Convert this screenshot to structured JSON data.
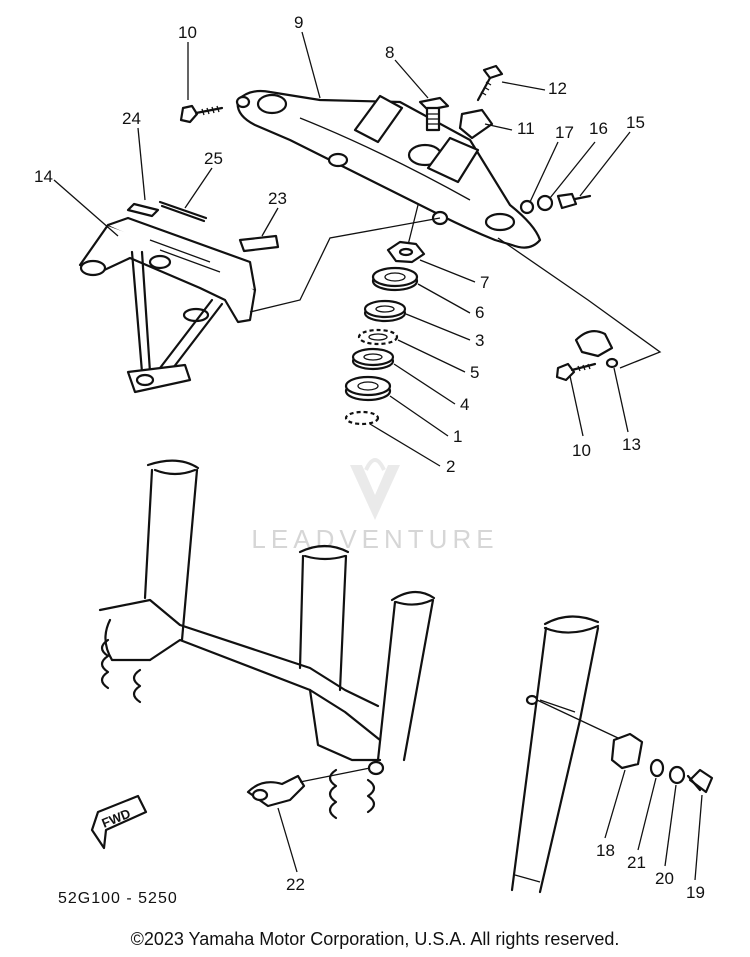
{
  "watermark": "LEADVENTURE",
  "diagram_code": "52G100 - 5250",
  "fwd_label": "FWD",
  "copyright": "©2023 Yamaha Motor Corporation, U.S.A. All rights reserved.",
  "callouts": {
    "p1": "1",
    "p2": "2",
    "p3": "3",
    "p4": "4",
    "p5": "5",
    "p6": "6",
    "p7": "7",
    "p8": "8",
    "p9": "9",
    "p10a": "10",
    "p10b": "10",
    "p11": "11",
    "p12": "12",
    "p13": "13",
    "p14": "14",
    "p15": "15",
    "p16": "16",
    "p17": "17",
    "p18": "18",
    "p19": "19",
    "p20": "20",
    "p21": "21",
    "p22": "22",
    "p23": "23",
    "p24": "24",
    "p25": "25"
  }
}
